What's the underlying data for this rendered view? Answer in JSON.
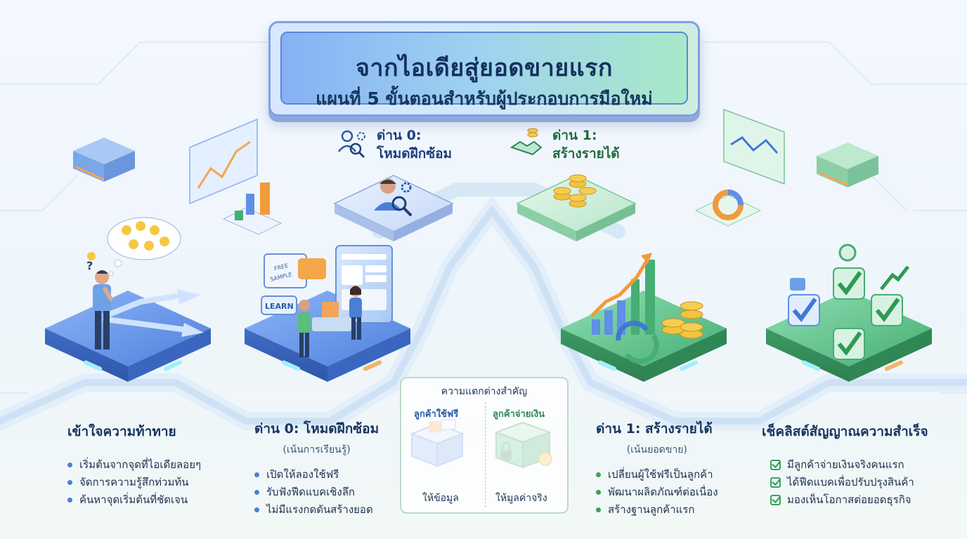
{
  "title": {
    "main": "จากไอเดียสู่ยอดขายแรก",
    "sub": "แผนที่ 5 ขั้นตอนสำหรับผู้ประกอบการมือใหม่"
  },
  "gates": {
    "gate0": {
      "line1": "ด่าน 0:",
      "line2": "โหมดฝึกซ้อม"
    },
    "gate1": {
      "line1": "ด่าน 1:",
      "line2": "สร้างรายได้"
    }
  },
  "columns": [
    {
      "title": "เข้าใจความท้าทาย",
      "subtitle": "",
      "items": [
        "เริ่มต้นจากจุดที่ไอเดียลอยๆ",
        "จัดการความรู้สึกท่วมท้น",
        "ค้นหาจุดเริ่มต้นที่ชัดเจน"
      ]
    },
    {
      "title": "ด่าน 0: โหมดฝึกซ้อม",
      "subtitle": "(เน้นการเรียนรู้)",
      "items": [
        "เปิดให้ลองใช้ฟรี",
        "รับฟังฟีดแบคเชิงลึก",
        "ไม่มีแรงกดดันสร้างยอด"
      ]
    },
    {
      "title": "ด่าน 1: สร้างรายได้",
      "subtitle": "(เน้นยอดขาย)",
      "items": [
        "เปลี่ยนผู้ใช้ฟรีเป็นลูกค้า",
        "พัฒนาผลิตภัณฑ์ต่อเนื่อง",
        "สร้างฐานลูกค้าแรก"
      ]
    },
    {
      "title": "เช็คลิสต์สัญญาณความสำเร็จ",
      "subtitle": "",
      "items": [
        "มีลูกค้าจ่ายเงินจริงคนแรก",
        "ได้ฟีดแบคเพื่อปรับปรุงสินค้า",
        "มองเห็นโอกาสต่อยอดธุรกิจ"
      ]
    }
  ],
  "comparison": {
    "title": "ความแตกต่างสำคัญ",
    "left_label": "ลูกค้าใช้ฟรี",
    "right_label": "ลูกค้าจ่ายเงิน",
    "left_caption": "ให้ข้อมูล",
    "right_caption": "ให้มูลค่าจริง"
  },
  "labels": {
    "learn": "LEARN",
    "sample_1": "FREE",
    "sample_2": "SAMPLE"
  },
  "colors": {
    "blue_platform": "#5f8fe6",
    "green_platform": "#5cc48a",
    "path": "#cfe3f5",
    "accent_orange": "#f29a3a",
    "coin": "#f3c23f"
  }
}
